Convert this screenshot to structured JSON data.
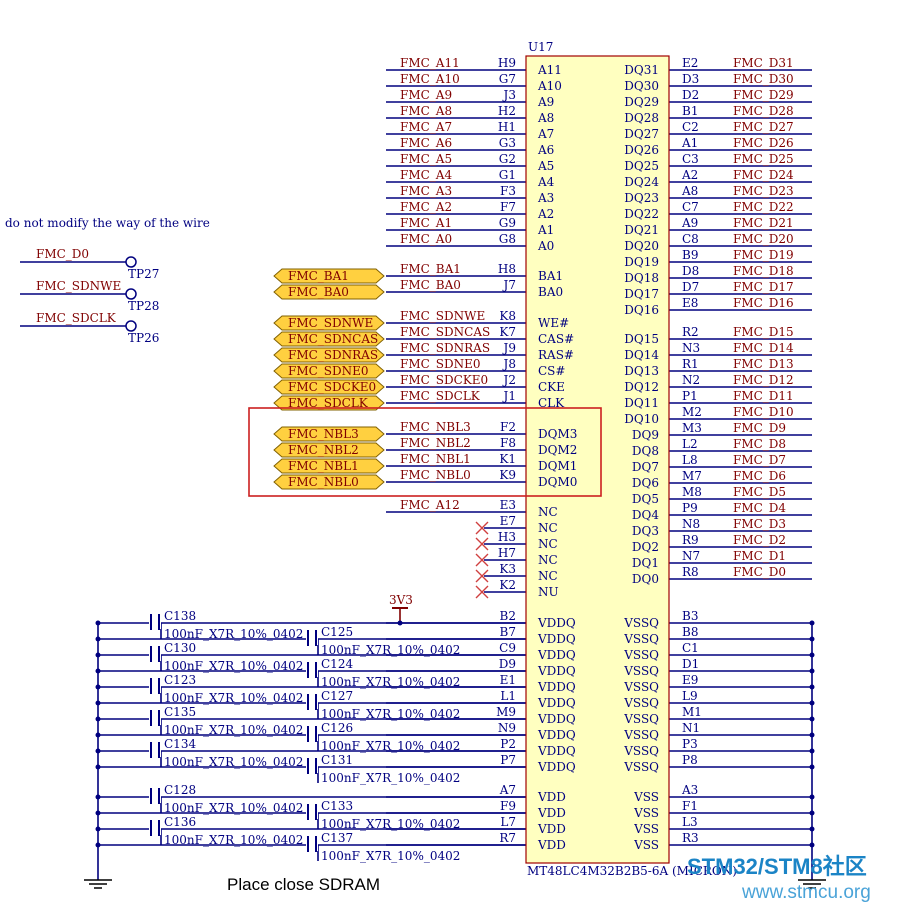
{
  "chip": {
    "ref": "U17",
    "part": "MT48LC4M32B2B5-6A (MICRON)",
    "colors": {
      "body_fill": "#ffffc0",
      "body_stroke": "#a00000",
      "wire": "#00007f",
      "pin_text": "#000080",
      "net_text": "#800000",
      "port_fill": "#ffd040",
      "highlight": "#cc2020"
    }
  },
  "note": "do not modify the way of the wire",
  "place_note": "Place close SDRAM",
  "watermark": {
    "brand": "STM32/STM8社区",
    "url": "www.stmcu.org"
  },
  "power_label": "3V3",
  "test_points": [
    {
      "net": "FMC_D0",
      "ref": "TP27"
    },
    {
      "net": "FMC_SDNWE",
      "ref": "TP28"
    },
    {
      "net": "FMC_SDCLK",
      "ref": "TP26"
    }
  ],
  "left_pins": [
    {
      "net": "FMC_A11",
      "ball": "H9",
      "name": "A11"
    },
    {
      "net": "FMC_A10",
      "ball": "G7",
      "name": "A10"
    },
    {
      "net": "FMC_A9",
      "ball": "J3",
      "name": "A9"
    },
    {
      "net": "FMC_A8",
      "ball": "H2",
      "name": "A8"
    },
    {
      "net": "FMC_A7",
      "ball": "H1",
      "name": "A7"
    },
    {
      "net": "FMC_A6",
      "ball": "G3",
      "name": "A6"
    },
    {
      "net": "FMC_A5",
      "ball": "G2",
      "name": "A5"
    },
    {
      "net": "FMC_A4",
      "ball": "G1",
      "name": "A4"
    },
    {
      "net": "FMC_A3",
      "ball": "F3",
      "name": "A3"
    },
    {
      "net": "FMC_A2",
      "ball": "F7",
      "name": "A2"
    },
    {
      "net": "FMC_A1",
      "ball": "G9",
      "name": "A1"
    },
    {
      "net": "FMC_A0",
      "ball": "G8",
      "name": "A0"
    },
    {
      "net": "FMC_BA1",
      "ball": "H8",
      "name": "BA1",
      "port": "FMC_BA1"
    },
    {
      "net": "FMC_BA0",
      "ball": "J7",
      "name": "BA0",
      "port": "FMC_BA0"
    },
    {
      "net": "FMC_SDNWE",
      "ball": "K8",
      "name": "WE#",
      "port": "FMC_SDNWE"
    },
    {
      "net": "FMC_SDNCAS",
      "ball": "K7",
      "name": "CAS#",
      "port": "FMC_SDNCAS"
    },
    {
      "net": "FMC_SDNRAS",
      "ball": "J9",
      "name": "RAS#",
      "port": "FMC_SDNRAS"
    },
    {
      "net": "FMC_SDNE0",
      "ball": "J8",
      "name": "CS#",
      "port": "FMC_SDNE0"
    },
    {
      "net": "FMC_SDCKE0",
      "ball": "J2",
      "name": "CKE",
      "port": "FMC_SDCKE0"
    },
    {
      "net": "FMC_SDCLK",
      "ball": "J1",
      "name": "CLK",
      "port": "FMC_SDCLK"
    },
    {
      "net": "FMC_NBL3",
      "ball": "F2",
      "name": "DQM3",
      "port": "FMC_NBL3"
    },
    {
      "net": "FMC_NBL2",
      "ball": "F8",
      "name": "DQM2",
      "port": "FMC_NBL2"
    },
    {
      "net": "FMC_NBL1",
      "ball": "K1",
      "name": "DQM1",
      "port": "FMC_NBL1"
    },
    {
      "net": "FMC_NBL0",
      "ball": "K9",
      "name": "DQM0",
      "port": "FMC_NBL0"
    },
    {
      "net": "FMC_A12",
      "ball": "E3",
      "name": "NC"
    },
    {
      "net": "",
      "ball": "E7",
      "name": "NC",
      "nc": true
    },
    {
      "net": "",
      "ball": "H3",
      "name": "NC",
      "nc": true
    },
    {
      "net": "",
      "ball": "H7",
      "name": "NC",
      "nc": true
    },
    {
      "net": "",
      "ball": "K3",
      "name": "NC",
      "nc": true
    },
    {
      "net": "",
      "ball": "K2",
      "name": "NU",
      "nc": true
    },
    {
      "net": "",
      "ball": "B2",
      "name": "VDDQ"
    },
    {
      "net": "",
      "ball": "B7",
      "name": "VDDQ"
    },
    {
      "net": "",
      "ball": "C9",
      "name": "VDDQ"
    },
    {
      "net": "",
      "ball": "D9",
      "name": "VDDQ"
    },
    {
      "net": "",
      "ball": "E1",
      "name": "VDDQ"
    },
    {
      "net": "",
      "ball": "L1",
      "name": "VDDQ"
    },
    {
      "net": "",
      "ball": "M9",
      "name": "VDDQ"
    },
    {
      "net": "",
      "ball": "N9",
      "name": "VDDQ"
    },
    {
      "net": "",
      "ball": "P2",
      "name": "VDDQ"
    },
    {
      "net": "",
      "ball": "P7",
      "name": "VDDQ"
    },
    {
      "net": "",
      "ball": "A7",
      "name": "VDD"
    },
    {
      "net": "",
      "ball": "F9",
      "name": "VDD"
    },
    {
      "net": "",
      "ball": "L7",
      "name": "VDD"
    },
    {
      "net": "",
      "ball": "R7",
      "name": "VDD"
    }
  ],
  "right_pins": [
    {
      "name": "DQ31",
      "ball": "E2",
      "net": "FMC_D31"
    },
    {
      "name": "DQ30",
      "ball": "D3",
      "net": "FMC_D30"
    },
    {
      "name": "DQ29",
      "ball": "D2",
      "net": "FMC_D29"
    },
    {
      "name": "DQ28",
      "ball": "B1",
      "net": "FMC_D28"
    },
    {
      "name": "DQ27",
      "ball": "C2",
      "net": "FMC_D27"
    },
    {
      "name": "DQ26",
      "ball": "A1",
      "net": "FMC_D26"
    },
    {
      "name": "DQ25",
      "ball": "C3",
      "net": "FMC_D25"
    },
    {
      "name": "DQ24",
      "ball": "A2",
      "net": "FMC_D24"
    },
    {
      "name": "DQ23",
      "ball": "A8",
      "net": "FMC_D23"
    },
    {
      "name": "DQ22",
      "ball": "C7",
      "net": "FMC_D22"
    },
    {
      "name": "DQ21",
      "ball": "A9",
      "net": "FMC_D21"
    },
    {
      "name": "DQ20",
      "ball": "C8",
      "net": "FMC_D20"
    },
    {
      "name": "DQ19",
      "ball": "B9",
      "net": "FMC_D19"
    },
    {
      "name": "DQ18",
      "ball": "D8",
      "net": "FMC_D18"
    },
    {
      "name": "DQ17",
      "ball": "D7",
      "net": "FMC_D17"
    },
    {
      "name": "DQ16",
      "ball": "E8",
      "net": "FMC_D16"
    },
    {
      "name": "DQ15",
      "ball": "R2",
      "net": "FMC_D15"
    },
    {
      "name": "DQ14",
      "ball": "N3",
      "net": "FMC_D14"
    },
    {
      "name": "DQ13",
      "ball": "R1",
      "net": "FMC_D13"
    },
    {
      "name": "DQ12",
      "ball": "N2",
      "net": "FMC_D12"
    },
    {
      "name": "DQ11",
      "ball": "P1",
      "net": "FMC_D11"
    },
    {
      "name": "DQ10",
      "ball": "M2",
      "net": "FMC_D10"
    },
    {
      "name": "DQ9",
      "ball": "M3",
      "net": "FMC_D9"
    },
    {
      "name": "DQ8",
      "ball": "L2",
      "net": "FMC_D8"
    },
    {
      "name": "DQ7",
      "ball": "L8",
      "net": "FMC_D7"
    },
    {
      "name": "DQ6",
      "ball": "M7",
      "net": "FMC_D6"
    },
    {
      "name": "DQ5",
      "ball": "M8",
      "net": "FMC_D5"
    },
    {
      "name": "DQ4",
      "ball": "P9",
      "net": "FMC_D4"
    },
    {
      "name": "DQ3",
      "ball": "N8",
      "net": "FMC_D3"
    },
    {
      "name": "DQ2",
      "ball": "R9",
      "net": "FMC_D2"
    },
    {
      "name": "DQ1",
      "ball": "N7",
      "net": "FMC_D1"
    },
    {
      "name": "DQ0",
      "ball": "R8",
      "net": "FMC_D0"
    },
    {
      "name": "VSSQ",
      "ball": "B3",
      "net": ""
    },
    {
      "name": "VSSQ",
      "ball": "B8",
      "net": ""
    },
    {
      "name": "VSSQ",
      "ball": "C1",
      "net": ""
    },
    {
      "name": "VSSQ",
      "ball": "D1",
      "net": ""
    },
    {
      "name": "VSSQ",
      "ball": "E9",
      "net": ""
    },
    {
      "name": "VSSQ",
      "ball": "L9",
      "net": ""
    },
    {
      "name": "VSSQ",
      "ball": "M1",
      "net": ""
    },
    {
      "name": "VSSQ",
      "ball": "N1",
      "net": ""
    },
    {
      "name": "VSSQ",
      "ball": "P3",
      "net": ""
    },
    {
      "name": "VSSQ",
      "ball": "P8",
      "net": ""
    },
    {
      "name": "VSS",
      "ball": "A3",
      "net": ""
    },
    {
      "name": "VSS",
      "ball": "F1",
      "net": ""
    },
    {
      "name": "VSS",
      "ball": "L3",
      "net": ""
    },
    {
      "name": "VSS",
      "ball": "R3",
      "net": ""
    }
  ],
  "caps": [
    {
      "ref": "C138",
      "value": "100nF_X7R_10%_0402"
    },
    {
      "ref": "C125",
      "value": "100nF_X7R_10%_0402"
    },
    {
      "ref": "C130",
      "value": "100nF_X7R_10%_0402"
    },
    {
      "ref": "C124",
      "value": "100nF_X7R_10%_0402"
    },
    {
      "ref": "C123",
      "value": "100nF_X7R_10%_0402"
    },
    {
      "ref": "C127",
      "value": "100nF_X7R_10%_0402"
    },
    {
      "ref": "C135",
      "value": "100nF_X7R_10%_0402"
    },
    {
      "ref": "C126",
      "value": "100nF_X7R_10%_0402"
    },
    {
      "ref": "C134",
      "value": "100nF_X7R_10%_0402"
    },
    {
      "ref": "C131",
      "value": "100nF_X7R_10%_0402"
    },
    {
      "ref": "C128",
      "value": "100nF_X7R_10%_0402"
    },
    {
      "ref": "C133",
      "value": "100nF_X7R_10%_0402"
    },
    {
      "ref": "C136",
      "value": "100nF_X7R_10%_0402"
    },
    {
      "ref": "C137",
      "value": "100nF_X7R_10%_0402"
    }
  ]
}
